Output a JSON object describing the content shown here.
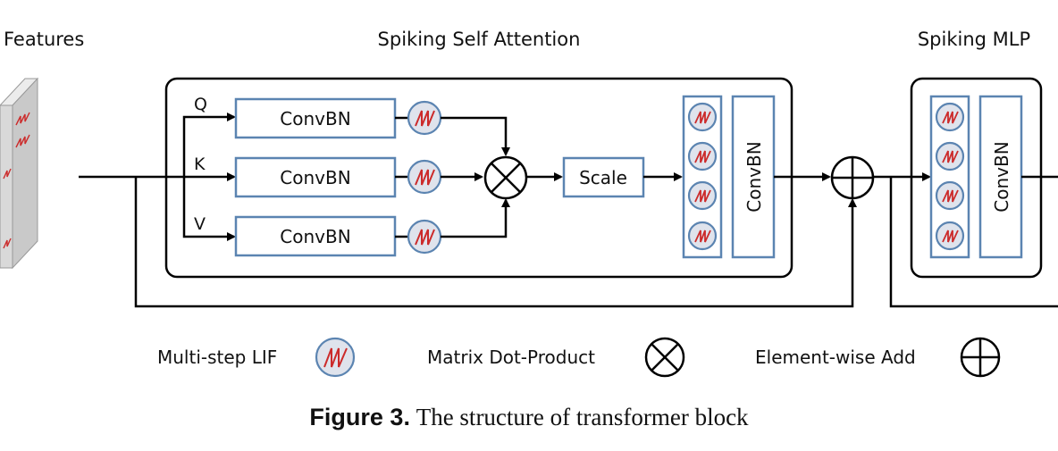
{
  "labels": {
    "features": "Features",
    "ssa_title": "Spiking Self Attention",
    "mlp_title": "Spiking MLP",
    "q": "Q",
    "k": "K",
    "v": "V",
    "convbn_q": "ConvBN",
    "convbn_k": "ConvBN",
    "convbn_v": "ConvBN",
    "scale": "Scale",
    "convbn_ssa_out": "ConvBN",
    "convbn_mlp": "ConvBN"
  },
  "legend": {
    "lif": "Multi-step LIF",
    "dot": "Matrix Dot-Product",
    "add": "Element-wise Add"
  },
  "caption": {
    "figure": "Figure 3.",
    "text": "The structure of transformer block"
  },
  "colors": {
    "box_blue": "#5b84b1",
    "spike_red": "#cc2b2b",
    "lif_fill": "#d8dde8",
    "line": "#000000"
  },
  "icons": {
    "lif": "spike-wave-icon",
    "dot": "circle-times-icon",
    "add": "circle-plus-icon"
  }
}
